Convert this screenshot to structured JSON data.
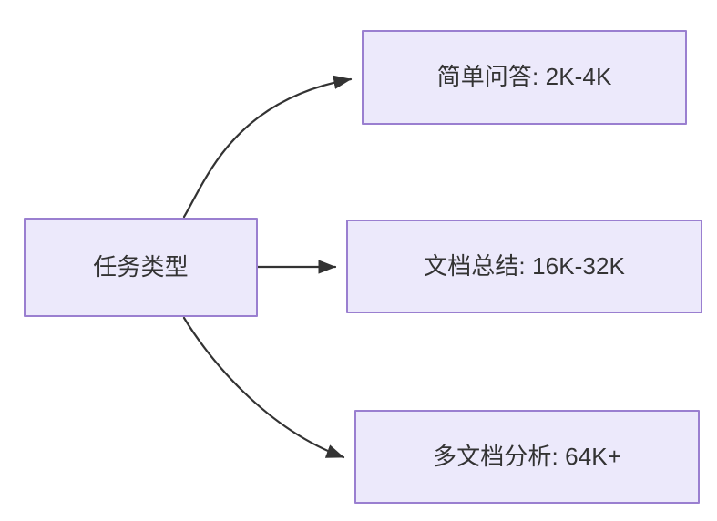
{
  "diagram": {
    "type": "flowchart",
    "direction": "left-to-right",
    "background_color": "#ffffff",
    "node_fill_color": "#ece9fb",
    "node_border_color": "#9a7fd0",
    "node_text_color": "#333333",
    "edge_color": "#333333",
    "root": {
      "id": "root",
      "label": "任务类型"
    },
    "branches": [
      {
        "id": "simple",
        "label": "简单问答: 2K-4K",
        "task": "简单问答",
        "context_length": "2K-4K",
        "edge_style": "curved"
      },
      {
        "id": "doc",
        "label": "文档总结: 16K-32K",
        "task": "文档总结",
        "context_length": "16K-32K",
        "edge_style": "straight"
      },
      {
        "id": "multi",
        "label": "多文档分析: 64K+",
        "task": "多文档分析",
        "context_length": "64K+",
        "edge_style": "curved"
      }
    ]
  }
}
